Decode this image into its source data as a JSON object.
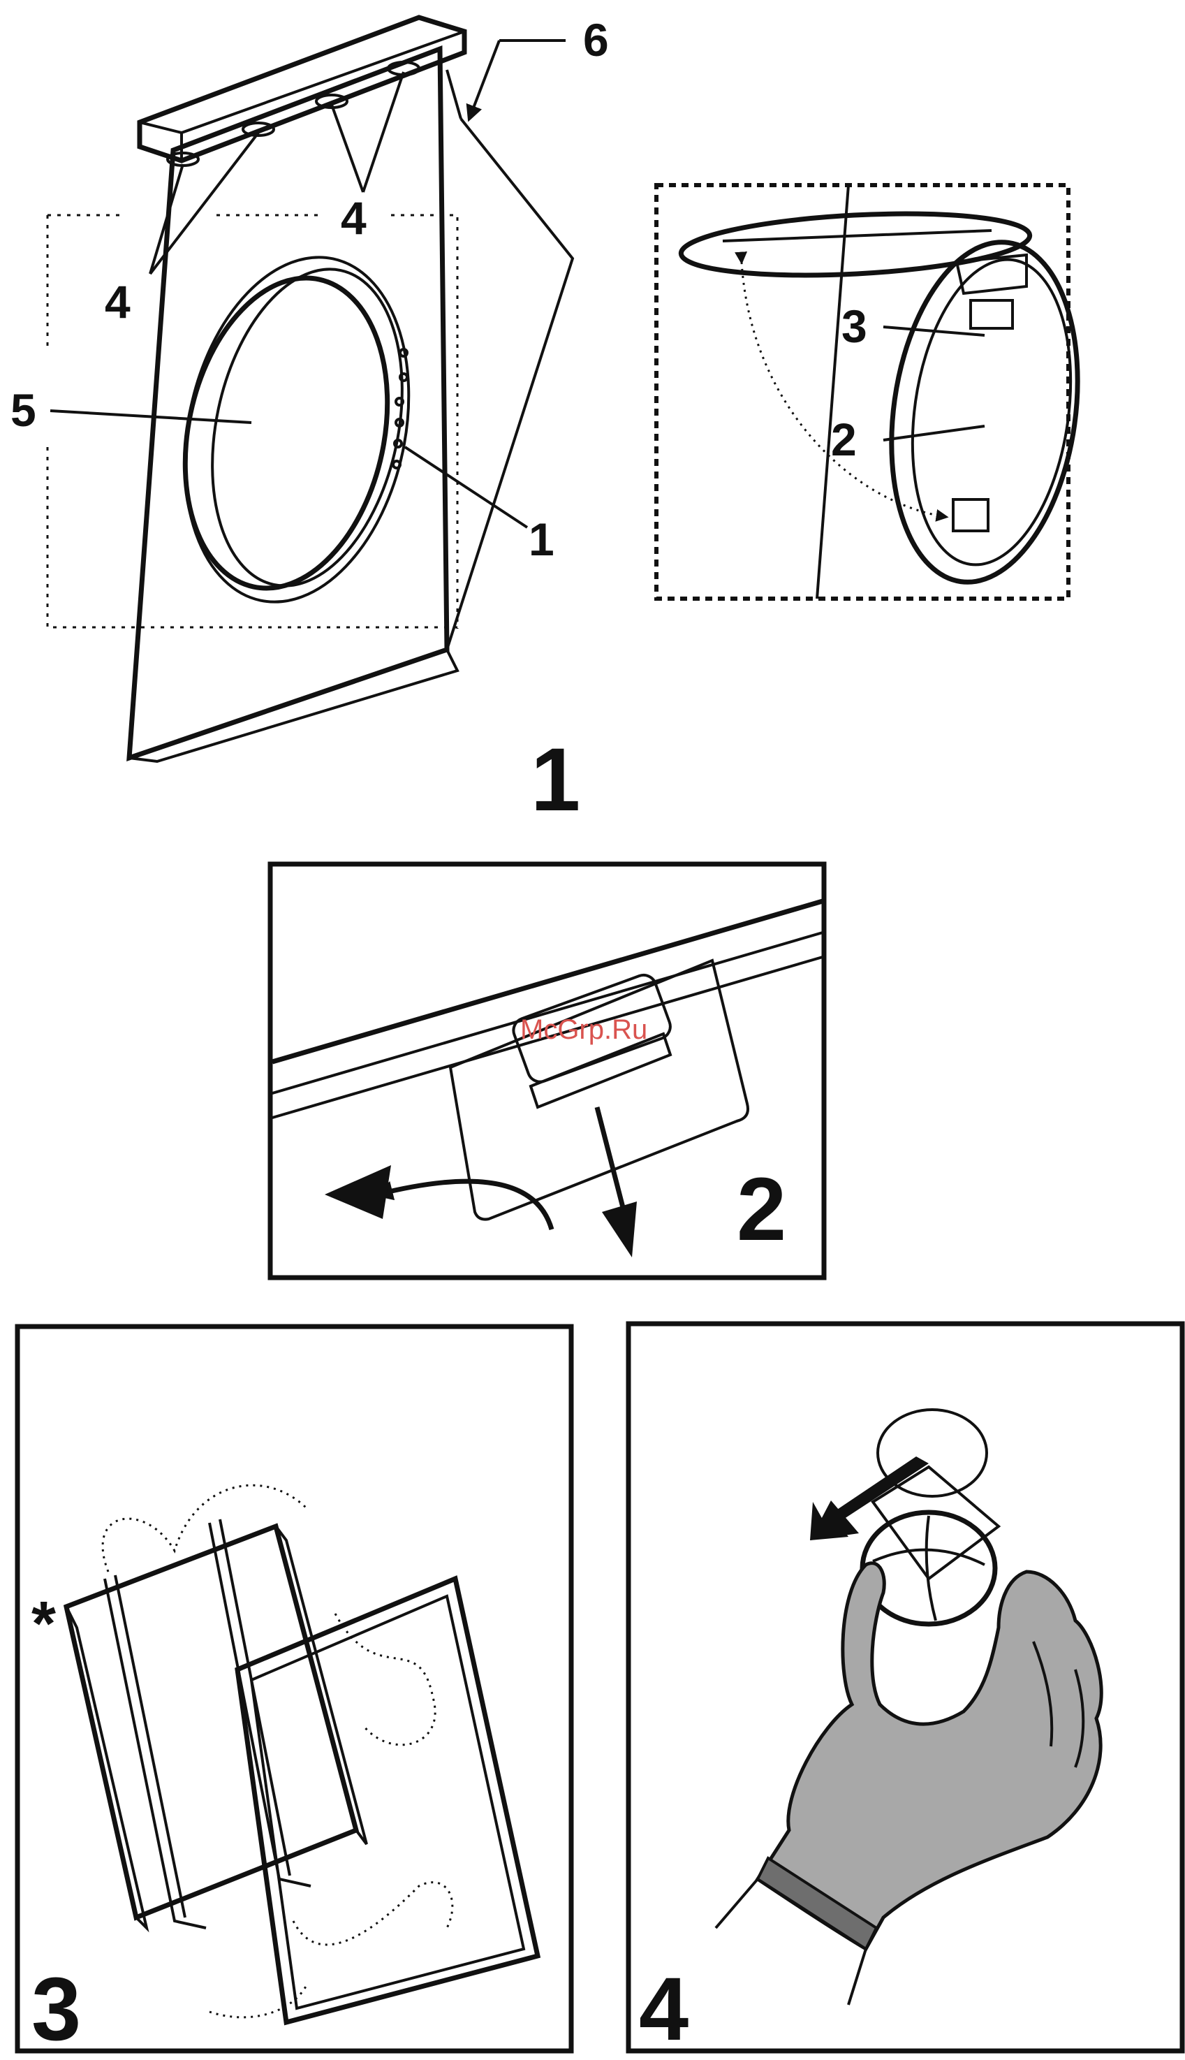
{
  "callouts": {
    "hood_control_panel": "1",
    "lamp": "2",
    "lamp_clip": "3",
    "filter_clips": "4",
    "filter": "5",
    "chimney": "6",
    "detail_lamp": "2",
    "detail_clip": "3"
  },
  "panels": {
    "fig1_label": "1",
    "fig2_label": "2",
    "fig3_label": "3",
    "fig4_label": "4"
  },
  "fig3_marker": "*",
  "watermark": "McGrp.Ru",
  "icons": [
    "hood-drawing",
    "dotted-arrow",
    "curved-arrow-icon",
    "down-arrow-icon",
    "removal-arrow-icon",
    "gloved-hand-icon",
    "lamp-bulb-icon"
  ],
  "colors": {
    "line": "#111111",
    "glove": "#a8a8a8",
    "cuff": "#6e6e6e",
    "watermark": "#d9534f"
  }
}
